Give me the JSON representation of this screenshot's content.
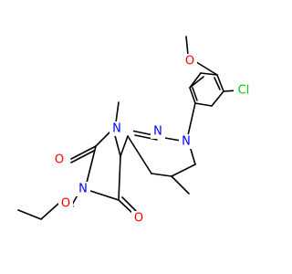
{
  "colors": {
    "bond": "#000000",
    "N": "#0000ff",
    "O": "#ff0000",
    "Cl": "#00cc00"
  },
  "labels": {
    "cl": "Cl",
    "o_methoxy": "O",
    "o_c2": "O",
    "o_c4": "O",
    "o_ether": "O",
    "n9": "N",
    "n_imine": "N",
    "n1": "N",
    "n3": "N",
    "n_bridge": "N"
  }
}
